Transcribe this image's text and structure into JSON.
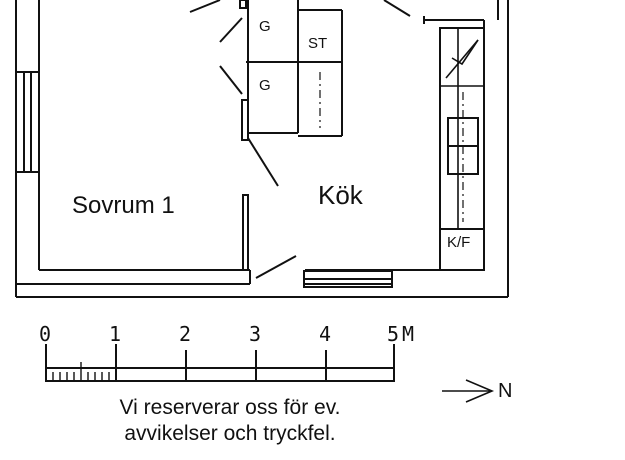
{
  "rooms": {
    "bedroom": "Sovrum 1",
    "kitchen": "Kök"
  },
  "fixtures": {
    "wardrobe_1": "G",
    "wardrobe_2": "G",
    "storage": "ST",
    "fridge_freezer": "K/F"
  },
  "scale": {
    "marks": [
      "0",
      "1",
      "2",
      "3",
      "4",
      "5"
    ],
    "unit": "M"
  },
  "north": {
    "label": "N"
  },
  "disclaimer": {
    "line1": "Vi reserverar oss för ev.",
    "line2": "avvikelser och tryckfel."
  }
}
